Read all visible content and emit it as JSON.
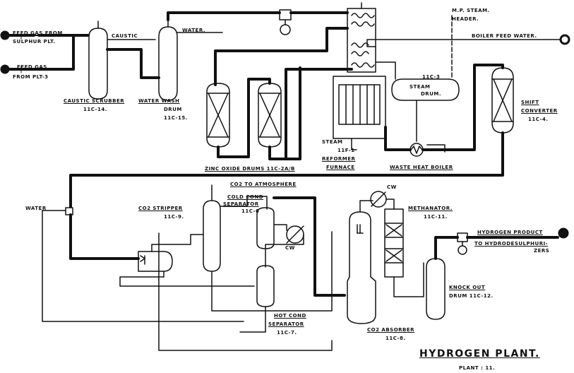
{
  "labels": {
    "feed_gas_sulphur_1": "FEED GAS FROM",
    "feed_gas_sulphur_2": "SULPHUR PLT.",
    "feed_gas_plt3_1": "FEED GAS",
    "feed_gas_plt3_2": "FROM PLT-3",
    "caustic": "CAUSTIC",
    "water_top": "WATER.",
    "mp_steam_1": "M.P. STEAM.",
    "mp_steam_2": "HEADER.",
    "boiler_feed_water": "BOILER FEED WATER.",
    "caustic_scrubber_1": "CAUSTIC SCRUBBER",
    "caustic_scrubber_2": "11C-14.",
    "water_wash_1": "WATER WASH",
    "water_wash_2": "DRUM",
    "water_wash_3": "11C-15.",
    "steam_drum_1": "11C-3",
    "steam_drum_2": "STEAM",
    "steam_drum_3": "DRUM.",
    "shift_converter_1": "SHIFT",
    "shift_converter_2": "CONVERTER",
    "shift_converter_3": "11C-4.",
    "steam": "STEAM",
    "reformer_1": "11F-1",
    "reformer_2": "REFORMER",
    "reformer_3": "FURNACE",
    "zinc_oxide": "ZINC OXIDE DRUMS 11C-2A/B",
    "waste_heat_boiler": "WASTE HEAT BOILER",
    "co2_atmosphere": "CO2 TO ATMOSPHERE",
    "water_left": "WATER",
    "co2_stripper_1": "CO2 STRIPPER",
    "co2_stripper_2": "11C-9.",
    "cold_cond_1": "COLD COND",
    "cold_cond_2": "SEPARATOR",
    "cold_cond_3": "11C-6",
    "cw1": "CW",
    "cw2": "CW",
    "methanator_1": "METHANATOR.",
    "methanator_2": "11C-11.",
    "hydrogen_product_1": "HYDROGEN PRODUCT",
    "hydrogen_product_2": "TO HYDRODESULPHURI-",
    "hydrogen_product_3": "ZERS",
    "knock_out_1": "KNOCK OUT",
    "knock_out_2": "DRUM 11C-12.",
    "hot_cond_1": "HOT COND",
    "hot_cond_2": "SEPARATOR",
    "hot_cond_3": "11C-7.",
    "co2_absorber_1": "CO2 ABSORBER",
    "co2_absorber_2": "11C-8.",
    "title": "HYDROGEN PLANT.",
    "subtitle": "PLANT : 11."
  },
  "colors": {
    "ink": "#111111",
    "paper": "#ffffff"
  }
}
